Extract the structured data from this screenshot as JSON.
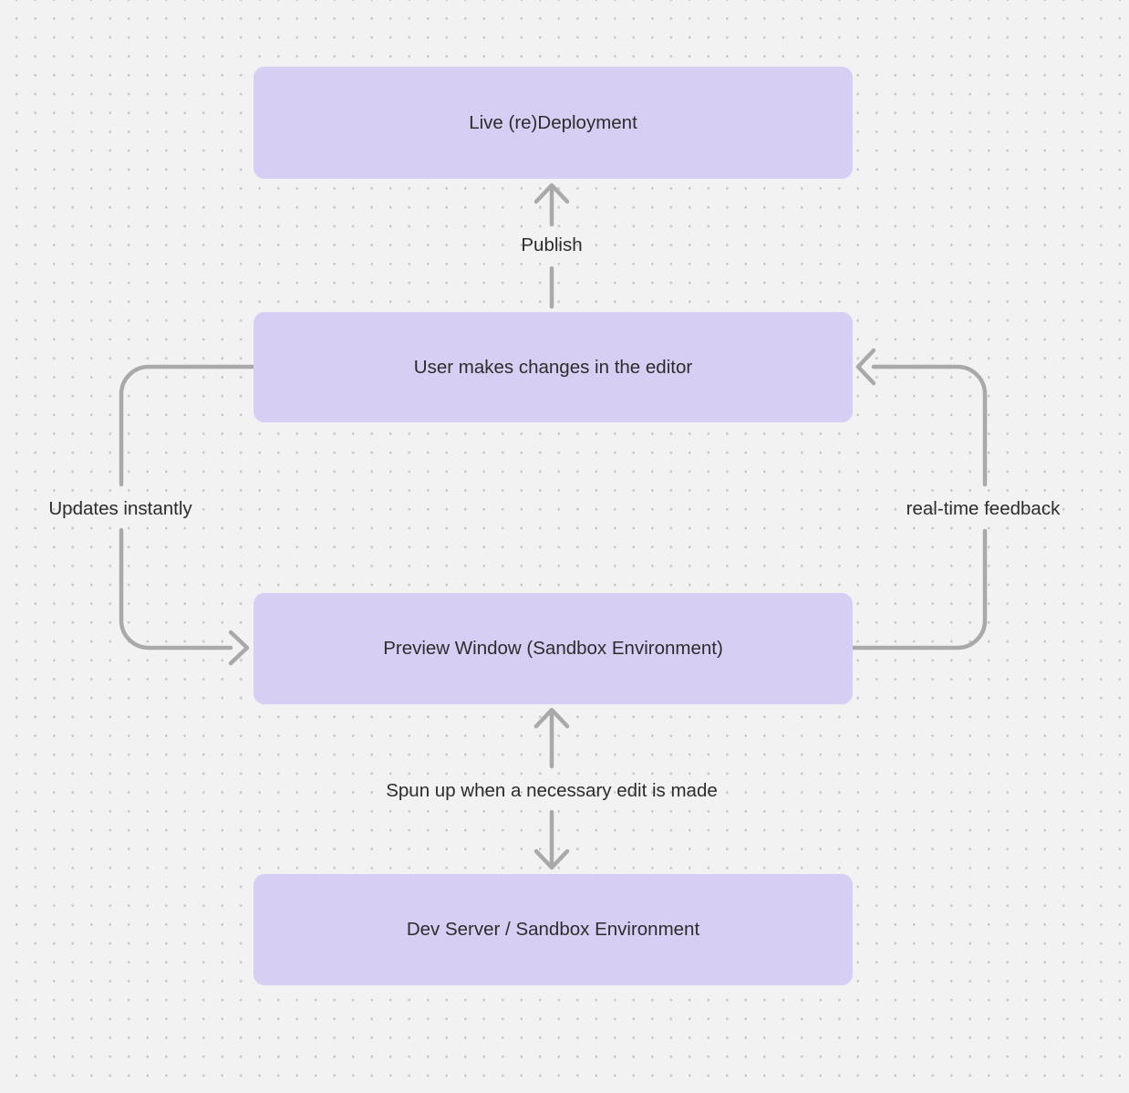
{
  "diagram": {
    "background_color": "#f2f2f2",
    "dot_color": "#c7c7c7",
    "node_fill_color": "#d7cef4",
    "text_color": "#2c2c2c",
    "connector_color": "#a9a9a9",
    "nodes": [
      {
        "id": "live-redeployment",
        "label": "Live (re)Deployment"
      },
      {
        "id": "user-editor",
        "label": "User makes changes in the editor"
      },
      {
        "id": "preview-window",
        "label": "Preview Window (Sandbox Environment)"
      },
      {
        "id": "dev-server",
        "label": "Dev Server / Sandbox Environment"
      }
    ],
    "edges": [
      {
        "id": "publish",
        "from": "user-editor",
        "to": "live-redeployment",
        "label": "Publish"
      },
      {
        "id": "updates-instantly",
        "from": "user-editor",
        "to": "preview-window",
        "label": "Updates instantly"
      },
      {
        "id": "real-time-feedback",
        "from": "preview-window",
        "to": "user-editor",
        "label": "real-time feedback"
      },
      {
        "id": "spun-up",
        "from": "preview-window",
        "to": "dev-server",
        "label": "Spun up when a necessary edit is made",
        "bidirectional": true
      }
    ]
  }
}
